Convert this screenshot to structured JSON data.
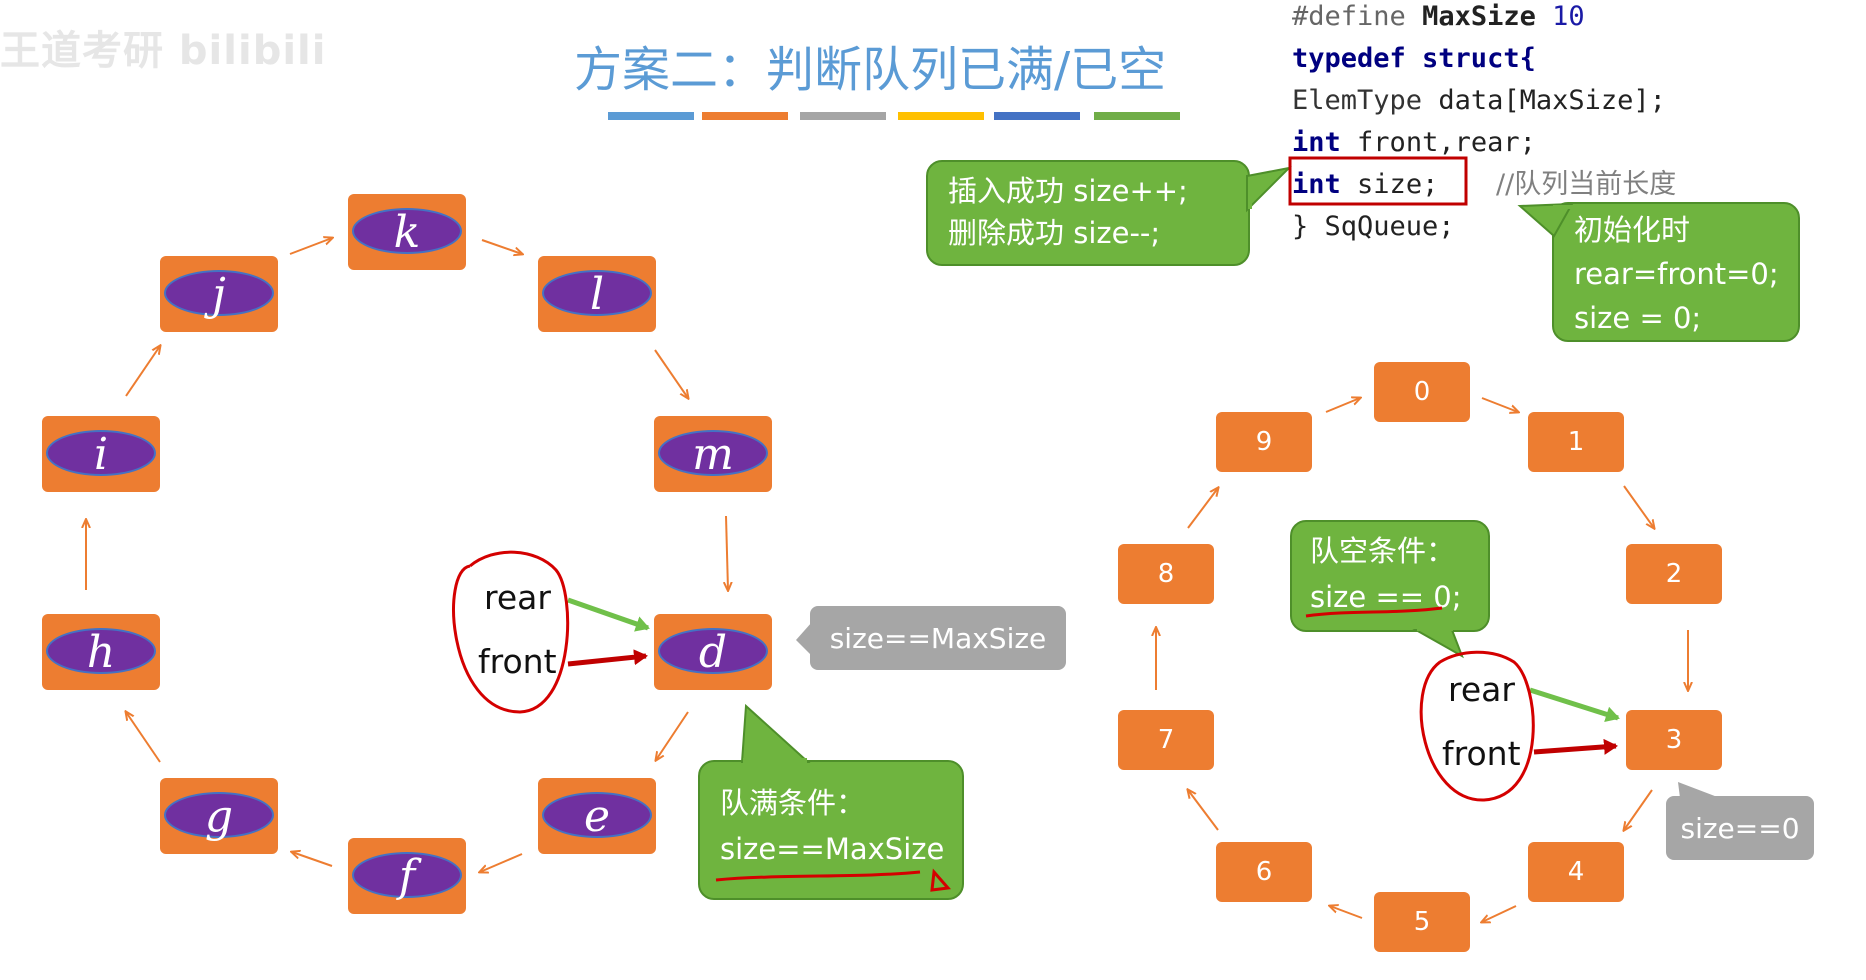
{
  "watermark": "王道考研 bilibili",
  "title": "方案二：判断队列已满/已空",
  "stripe_colors": [
    "#5b9bd5",
    "#ed7d31",
    "#a5a5a5",
    "#ffc000",
    "#4472c4",
    "#70ad47"
  ],
  "code": {
    "line1_kw": "#define",
    "line1_name": "MaxSize",
    "line1_val": "10",
    "line2": "typedef struct{",
    "line3_type": "ElemType",
    "line3_rest": "data[MaxSize];",
    "line4_kw": "int",
    "line4_rest": "front,rear;",
    "line5_kw": "int",
    "line5_rest": "size;",
    "line5_comment": "//队列当前长度",
    "line6": "} SqQueue;"
  },
  "bubble_ops": "插入成功 size++;\n删除成功 size--;",
  "bubble_init": "初始化时\nrear=front=0;\nsize = 0;",
  "full_queue": {
    "nodes": [
      "k",
      "l",
      "m",
      "d",
      "e",
      "f",
      "g",
      "h",
      "i",
      "j"
    ],
    "rear_label": "rear",
    "front_label": "front",
    "condition_box": "size==MaxSize",
    "bubble": "队满条件：\nsize==MaxSize"
  },
  "empty_queue": {
    "nodes": [
      "0",
      "1",
      "2",
      "3",
      "4",
      "5",
      "6",
      "7",
      "8",
      "9"
    ],
    "rear_label": "rear",
    "front_label": "front",
    "condition_box": "size==0",
    "bubble": "队空条件：\nsize == 0;"
  },
  "colors": {
    "node_orange": "#ed7d31",
    "node_purple": "#7030a0",
    "bubble_green": "#6fb43f",
    "gray_box": "#a6a6a6",
    "title_blue": "#5b9bd5",
    "annotation_red": "#d40000",
    "rear_arrow_green": "#70c04a",
    "front_arrow_red": "#c00000"
  }
}
